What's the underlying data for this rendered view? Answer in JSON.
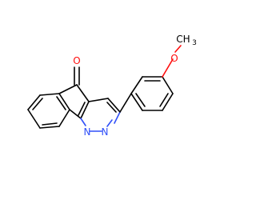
{
  "diagram": {
    "type": "chemical-structure",
    "colors": {
      "bond": "#000000",
      "oxygen": "#ff0d0d",
      "nitrogen": "#3050f8",
      "background": "#ffffff"
    },
    "labels": {
      "carbonyl_oxygen": "O",
      "nitrogen_1": "N",
      "nitrogen_2": "N",
      "ether_oxygen": "O",
      "methyl": "CH",
      "methyl_subscript": "3"
    }
  }
}
